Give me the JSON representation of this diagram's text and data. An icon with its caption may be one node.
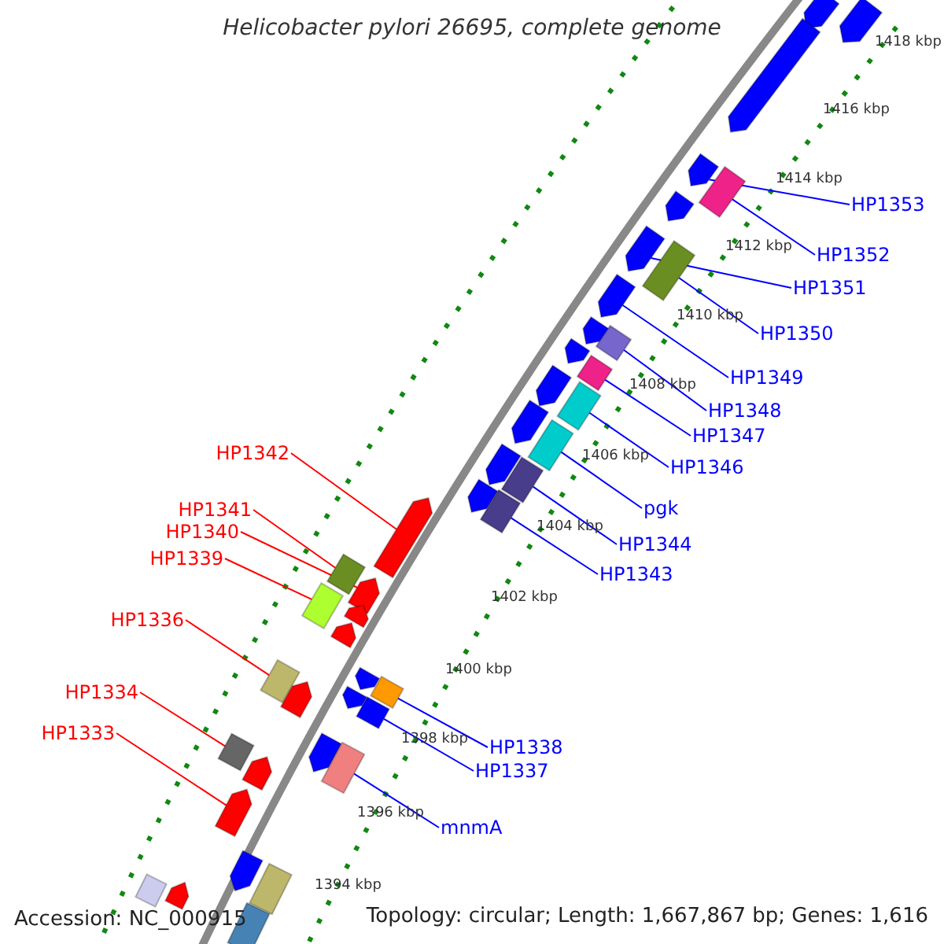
{
  "diagram": {
    "title": "Helicobacter pylori 26695, complete genome",
    "nodes": [
      {
        "text": [
          "HP1353"
        ]
      },
      {
        "text": [
          "HP1352"
        ]
      },
      {
        "text": [
          "HP1351"
        ]
      },
      {
        "text": [
          "HP1350"
        ]
      },
      {
        "text": [
          "HP1349"
        ]
      },
      {
        "text": [
          "HP1348"
        ]
      },
      {
        "text": [
          "HP1347"
        ]
      },
      {
        "text": [
          "HP1346"
        ]
      },
      {
        "text": [
          "pgk"
        ]
      },
      {
        "text": [
          "HP1344"
        ]
      },
      {
        "text": [
          "HP1343"
        ]
      },
      {
        "text": [
          "HP1338"
        ]
      },
      {
        "text": [
          "HP1337"
        ]
      },
      {
        "text": [
          "mnmA"
        ]
      },
      {
        "text": [
          "HP1342"
        ]
      },
      {
        "text": [
          "HP1341"
        ]
      },
      {
        "text": [
          "HP1340"
        ]
      },
      {
        "text": [
          "HP1339"
        ]
      },
      {
        "text": [
          "HP1336"
        ]
      },
      {
        "text": [
          "HP1334"
        ]
      },
      {
        "text": [
          "HP1333"
        ]
      },
      {
        "text": [],
        "shape": "pentagon"
      },
      {
        "text": [],
        "shape": "pentagon"
      },
      {
        "text": [],
        "shape": "pentagon"
      },
      {
        "text": [],
        "shape": "pentagon"
      },
      {
        "text": [],
        "shape": "box"
      },
      {
        "text": [],
        "shape": "pentagon"
      },
      {
        "text": [],
        "shape": "pentagon"
      },
      {
        "text": [],
        "shape": "box"
      },
      {
        "text": [],
        "shape": "pentagon"
      },
      {
        "text": [],
        "shape": "pentagon"
      },
      {
        "text": [],
        "shape": "box"
      },
      {
        "text": [],
        "shape": "pentagon"
      },
      {
        "text": [],
        "shape": "box"
      },
      {
        "text": [],
        "shape": "pentagon"
      },
      {
        "text": [],
        "shape": "box"
      },
      {
        "text": [],
        "shape": "pentagon"
      },
      {
        "text": [],
        "shape": "box"
      },
      {
        "text": [],
        "shape": "pentagon"
      },
      {
        "text": [],
        "shape": "box"
      },
      {
        "text": [],
        "shape": "pentagon"
      },
      {
        "text": [],
        "shape": "box"
      },
      {
        "text": [],
        "shape": "pentagon"
      },
      {
        "text": [],
        "shape": "box"
      },
      {
        "text": [],
        "shape": "pentagon"
      },
      {
        "text": [],
        "shape": "box"
      },
      {
        "text": [],
        "shape": "pentagon"
      },
      {
        "text": [],
        "shape": "pentagon"
      },
      {
        "text": [],
        "shape": "box"
      },
      {
        "text": [],
        "shape": "pentagon"
      },
      {
        "text": [],
        "shape": "box"
      },
      {
        "text": [],
        "shape": "pentagon"
      },
      {
        "text": [],
        "shape": "pentagon"
      },
      {
        "text": [],
        "shape": "box"
      },
      {
        "text": [],
        "shape": "box"
      },
      {
        "text": [],
        "shape": "pentagon"
      },
      {
        "text": [],
        "shape": "box"
      },
      {
        "text": [],
        "shape": "pentagon"
      },
      {
        "text": [],
        "shape": "pentagon"
      },
      {
        "text": [],
        "shape": "pentagon"
      },
      {
        "text": [],
        "shape": "box"
      },
      {
        "text": [],
        "shape": "box"
      },
      {
        "text": [],
        "shape": "pentagon"
      },
      {
        "text": [],
        "shape": "box"
      }
    ],
    "edges": [
      {
        "from": 0,
        "to": 24,
        "arrow": "none"
      },
      {
        "from": 1,
        "to": 25,
        "arrow": "none"
      },
      {
        "from": 2,
        "to": 27,
        "arrow": "none"
      },
      {
        "from": 3,
        "to": 28,
        "arrow": "none"
      },
      {
        "from": 4,
        "to": 29,
        "arrow": "none"
      },
      {
        "from": 5,
        "to": 31,
        "arrow": "none"
      },
      {
        "from": 6,
        "to": 33,
        "arrow": "none"
      },
      {
        "from": 7,
        "to": 35,
        "arrow": "none"
      },
      {
        "from": 8,
        "to": 37,
        "arrow": "none"
      },
      {
        "from": 9,
        "to": 39,
        "arrow": "none"
      },
      {
        "from": 10,
        "to": 41,
        "arrow": "none"
      },
      {
        "from": 11,
        "to": 50,
        "arrow": "none"
      },
      {
        "from": 12,
        "to": 53,
        "arrow": "none"
      },
      {
        "from": 13,
        "to": 56,
        "arrow": "none"
      },
      {
        "from": 14,
        "to": 42,
        "arrow": "none",
        "color": "#ff0000"
      },
      {
        "from": 15,
        "to": 43,
        "arrow": "none",
        "color": "#ff0000"
      },
      {
        "from": 16,
        "to": 44,
        "arrow": "none",
        "color": "#ff0000"
      },
      {
        "from": 17,
        "to": 45,
        "arrow": "none",
        "color": "#ff0000"
      },
      {
        "from": 18,
        "to": 48,
        "arrow": "none",
        "color": "#ff0000"
      },
      {
        "from": 19,
        "to": 54,
        "arrow": "none",
        "color": "#ff0000"
      },
      {
        "from": 20,
        "to": 58,
        "arrow": "none",
        "color": "#ff0000"
      }
    ],
    "labels": [
      "1418 kbp",
      "1416 kbp",
      "1414 kbp",
      "1412 kbp",
      "1410 kbp",
      "1408 kbp",
      "1406 kbp",
      "1404 kbp",
      "1402 kbp",
      "1400 kbp",
      "1398 kbp",
      "1396 kbp",
      "1394 kbp",
      "Accession: NC_000915",
      "Topology: circular; Length: 1,667,867 bp; Genes: 1,616"
    ]
  }
}
